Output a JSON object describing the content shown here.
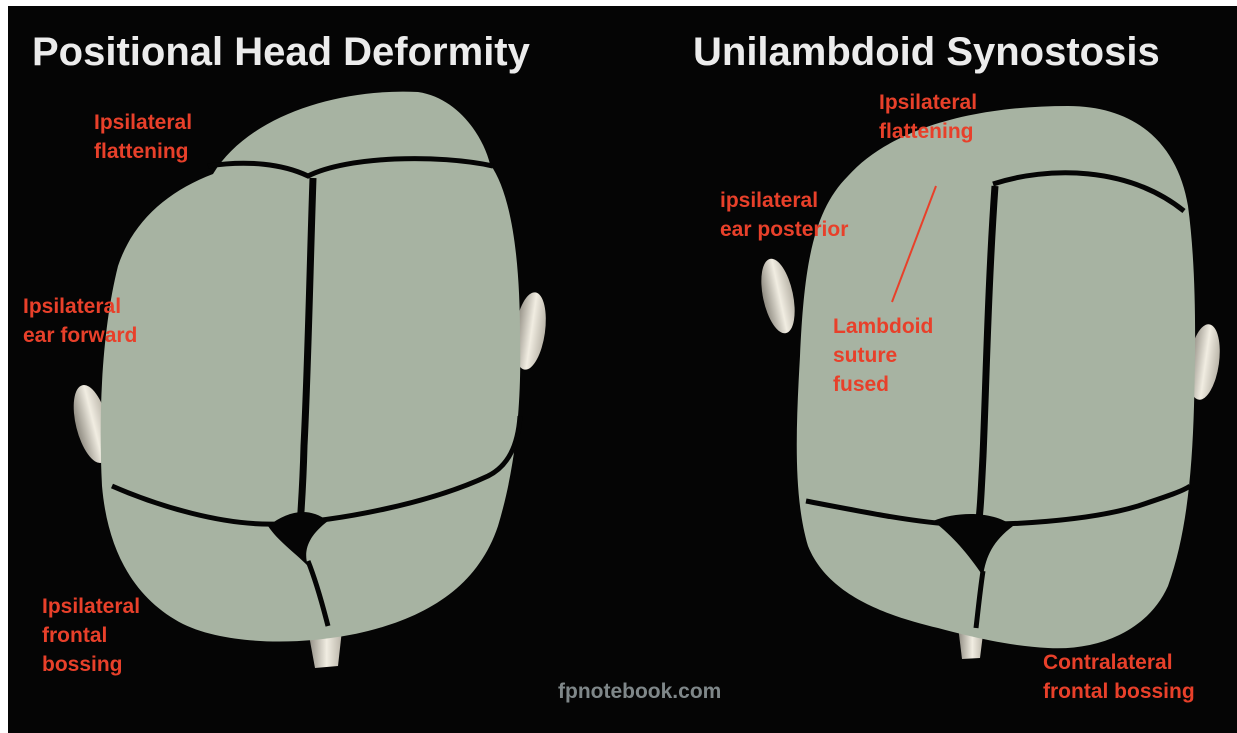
{
  "left": {
    "title": "Positional Head Deformity",
    "labels": {
      "flattening": [
        "Ipsilateral",
        "flattening"
      ],
      "ear": [
        "Ipsilateral",
        "ear forward"
      ],
      "bossing": [
        "Ipsilateral",
        "frontal",
        "bossing"
      ]
    }
  },
  "right": {
    "title": "Unilambdoid Synostosis",
    "labels": {
      "flattening": [
        "Ipsilateral",
        "flattening"
      ],
      "ear": [
        "ipsilateral",
        "ear posterior"
      ],
      "suture": [
        "Lambdoid",
        "suture",
        "fused"
      ],
      "bossing": [
        "Contralateral",
        "frontal bossing"
      ]
    }
  },
  "watermark": "fpnotebook.com",
  "colors": {
    "background": "#050505",
    "skull": "#a7b3a2",
    "label": "#e8402a",
    "title": "#ececec",
    "ear": "#e6e1d2"
  }
}
